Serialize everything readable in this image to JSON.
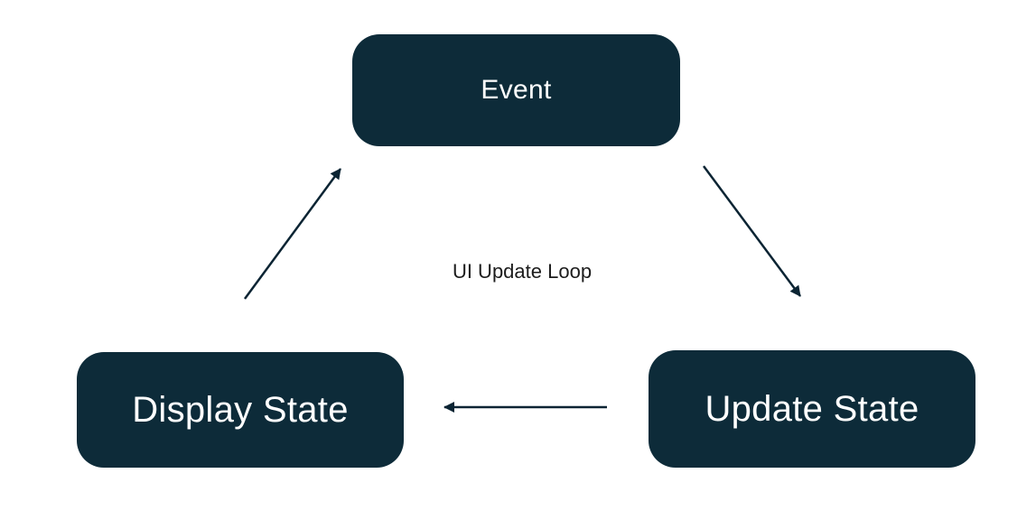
{
  "diagram": {
    "title": "UI Update Loop",
    "nodes": [
      {
        "id": "event",
        "label": "Event"
      },
      {
        "id": "display-state",
        "label": "Display State"
      },
      {
        "id": "update-state",
        "label": "Update State"
      }
    ],
    "edges": [
      {
        "from": "event",
        "to": "update-state"
      },
      {
        "from": "update-state",
        "to": "display-state"
      },
      {
        "from": "display-state",
        "to": "event"
      }
    ],
    "colors": {
      "node_bg": "#0d2b39",
      "node_text": "#ffffff",
      "arrow": "#0b2433",
      "background": "#ffffff"
    }
  }
}
